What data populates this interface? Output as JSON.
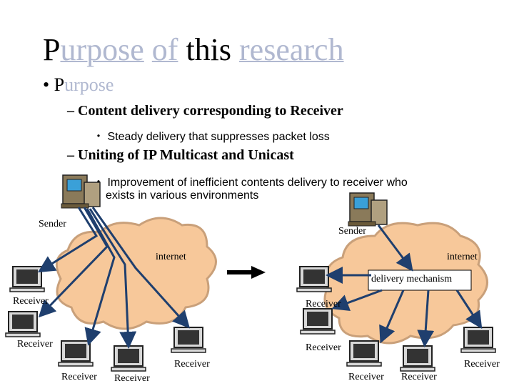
{
  "title": {
    "p1": "P",
    "p2": "urpose",
    "p3": "of",
    "p4": "this",
    "p5": "research"
  },
  "bullet": {
    "p1": "P",
    "p2": "urpose"
  },
  "sub1": "– Content delivery corresponding to Receiver",
  "sub1_detail": "・ Steady delivery that suppresses packet loss",
  "sub2": "– Uniting of IP Multicast and Unicast",
  "sub2_detail_line1": "・ Improvement of inefficient contents delivery to receiver who",
  "sub2_detail_line2": "exists in various environments",
  "left_diagram": {
    "sender": "Sender",
    "internet": "internet",
    "receivers": [
      "Receiver",
      "Receiver",
      "Receiver",
      "Receiver",
      "Receiver"
    ]
  },
  "right_diagram": {
    "sender": "Sender",
    "internet": "internet",
    "mechanism": "delivery mechanism",
    "receivers": [
      "Receiver",
      "Receiver",
      "Receiver",
      "Receiver",
      "Receiver"
    ]
  },
  "colors": {
    "cloud": "#f7c89a",
    "arrow": "#1f3f6e",
    "fade": "#b0b8d0"
  }
}
